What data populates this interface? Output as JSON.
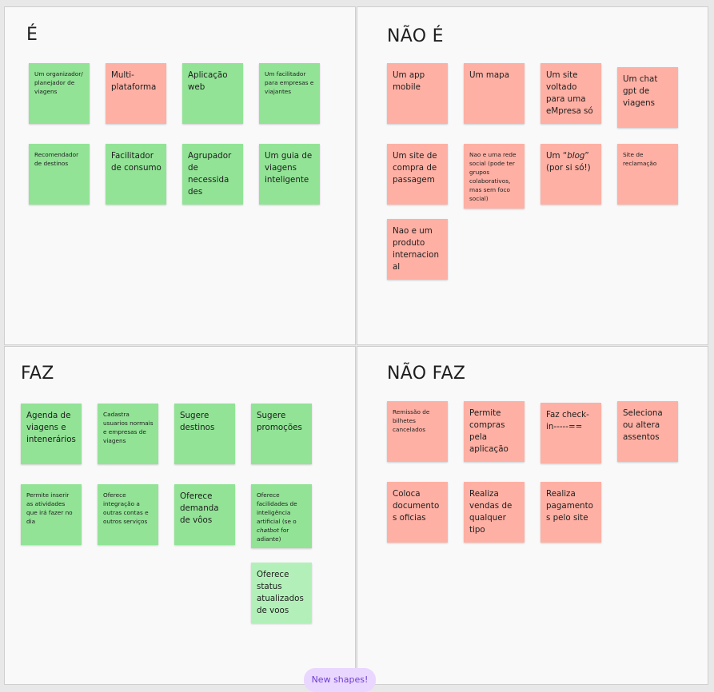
{
  "frames": {
    "e": {
      "title": "É",
      "notes": [
        {
          "text": "Um organizador/ planejador de viagens"
        },
        {
          "text": "Multi-plataforma"
        },
        {
          "text": "Aplicação web"
        },
        {
          "text": "Um facilitador para empresas e viajantes"
        },
        {
          "text": "Recomendador de destinos"
        },
        {
          "text": "Facilitador de consumo"
        },
        {
          "text": "Agrupador de necessida des"
        },
        {
          "text": "Um guia de viagens inteligente"
        }
      ]
    },
    "nao_e": {
      "title": "NÃO É",
      "notes": [
        {
          "text": "Um app mobile"
        },
        {
          "text": "Um mapa"
        },
        {
          "text": "Um site voltado para uma eMpresa só"
        },
        {
          "text": "Um chat gpt de viagens"
        },
        {
          "text": "Um site de compra de passagem"
        },
        {
          "text": "Nao e uma rede social (pode ter grupos colaborativos, mas sem foco social)"
        },
        {
          "text_pre": "Um “",
          "text_em": "blog",
          "text_post": "” (por si só!)"
        },
        {
          "text": "Site de reclamação"
        },
        {
          "text": "Nao e um produto internacional"
        }
      ]
    },
    "faz": {
      "title": "FAZ",
      "notes": [
        {
          "text": "Agenda de viagens e intenerários"
        },
        {
          "text": "Cadastra usuarios normais e empresas de viagens"
        },
        {
          "text": "Sugere destinos"
        },
        {
          "text": "Sugere promoções"
        },
        {
          "text": "Permite inserir as atividades que irá fazer no dia"
        },
        {
          "text": "Oferece integração a outras contas e outros serviços"
        },
        {
          "text": "Oferece demanda de vôos"
        },
        {
          "text_pre": "Oferece facilidades de inteligência artificial (se o ",
          "text_em": "chatbot",
          "text_post": " for adiante)"
        },
        {
          "text": "Oferece status atualizados de voos"
        }
      ]
    },
    "nao_faz": {
      "title": "NÃO FAZ",
      "notes": [
        {
          "text": "Remissão de bilhetes cancelados"
        },
        {
          "text": "Permite compras pela aplicação"
        },
        {
          "text": "Faz check-in-----=="
        },
        {
          "text": "Seleciona ou altera assentos"
        },
        {
          "text": "Coloca documentos oficias"
        },
        {
          "text": "Realiza vendas de qualquer tipo"
        },
        {
          "text": "Realiza pagamentos pelo site"
        }
      ]
    }
  },
  "toast": {
    "label": "New shapes!"
  },
  "colors": {
    "green": "#92e396",
    "pink": "#ffb0a4",
    "light_green": "#b3f0b9",
    "accent": "#6f3fcf"
  }
}
